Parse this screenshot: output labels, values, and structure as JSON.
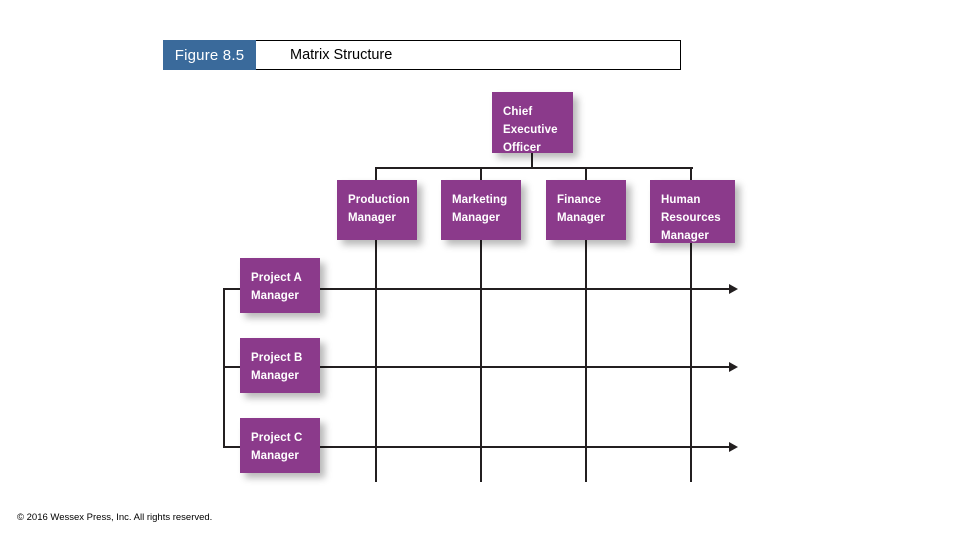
{
  "slide": {
    "figure_tab_label": "Figure 8.5",
    "title": "Matrix Structure",
    "footer": "© 2016 Wessex Press, Inc.  All rights reserved.",
    "colors": {
      "tab_blue": "#3a6a9b",
      "node_purple": "#8b3a8b",
      "line_black": "#231f20",
      "background": "#ffffff",
      "node_text": "#ffffff"
    }
  },
  "chart_data": {
    "type": "diagram",
    "title": "Matrix Structure",
    "nodes": [
      {
        "id": "ceo",
        "label": "Chief\nExecutive\nOfficer",
        "level": "executive"
      },
      {
        "id": "prod",
        "label": "Production\nManager",
        "level": "functional"
      },
      {
        "id": "mktg",
        "label": "Marketing\nManager",
        "level": "functional"
      },
      {
        "id": "fin",
        "label": "Finance\nManager",
        "level": "functional"
      },
      {
        "id": "hr",
        "label": "Human\nResources\nManager",
        "level": "functional"
      },
      {
        "id": "proj_a",
        "label": "Project A\nManager",
        "level": "project"
      },
      {
        "id": "proj_b",
        "label": "Project B\nManager",
        "level": "project"
      },
      {
        "id": "proj_c",
        "label": "Project C\nManager",
        "level": "project"
      }
    ],
    "edges": [
      {
        "from": "ceo",
        "to": "prod"
      },
      {
        "from": "ceo",
        "to": "mktg"
      },
      {
        "from": "ceo",
        "to": "fin"
      },
      {
        "from": "ceo",
        "to": "hr"
      },
      {
        "from": "proj_a",
        "to": "functional-columns",
        "arrow": true
      },
      {
        "from": "proj_b",
        "to": "functional-columns",
        "arrow": true
      },
      {
        "from": "proj_c",
        "to": "functional-columns",
        "arrow": true
      }
    ]
  },
  "nodes": {
    "ceo": {
      "label": "Chief\nExecutive\nOfficer"
    },
    "prod": {
      "label": "Production\nManager"
    },
    "mktg": {
      "label": "Marketing\nManager"
    },
    "fin": {
      "label": "Finance\nManager"
    },
    "hr": {
      "label": "Human\nResources\nManager"
    },
    "proj_a": {
      "label": "Project A\nManager"
    },
    "proj_b": {
      "label": "Project B\nManager"
    },
    "proj_c": {
      "label": "Project C\nManager"
    }
  }
}
